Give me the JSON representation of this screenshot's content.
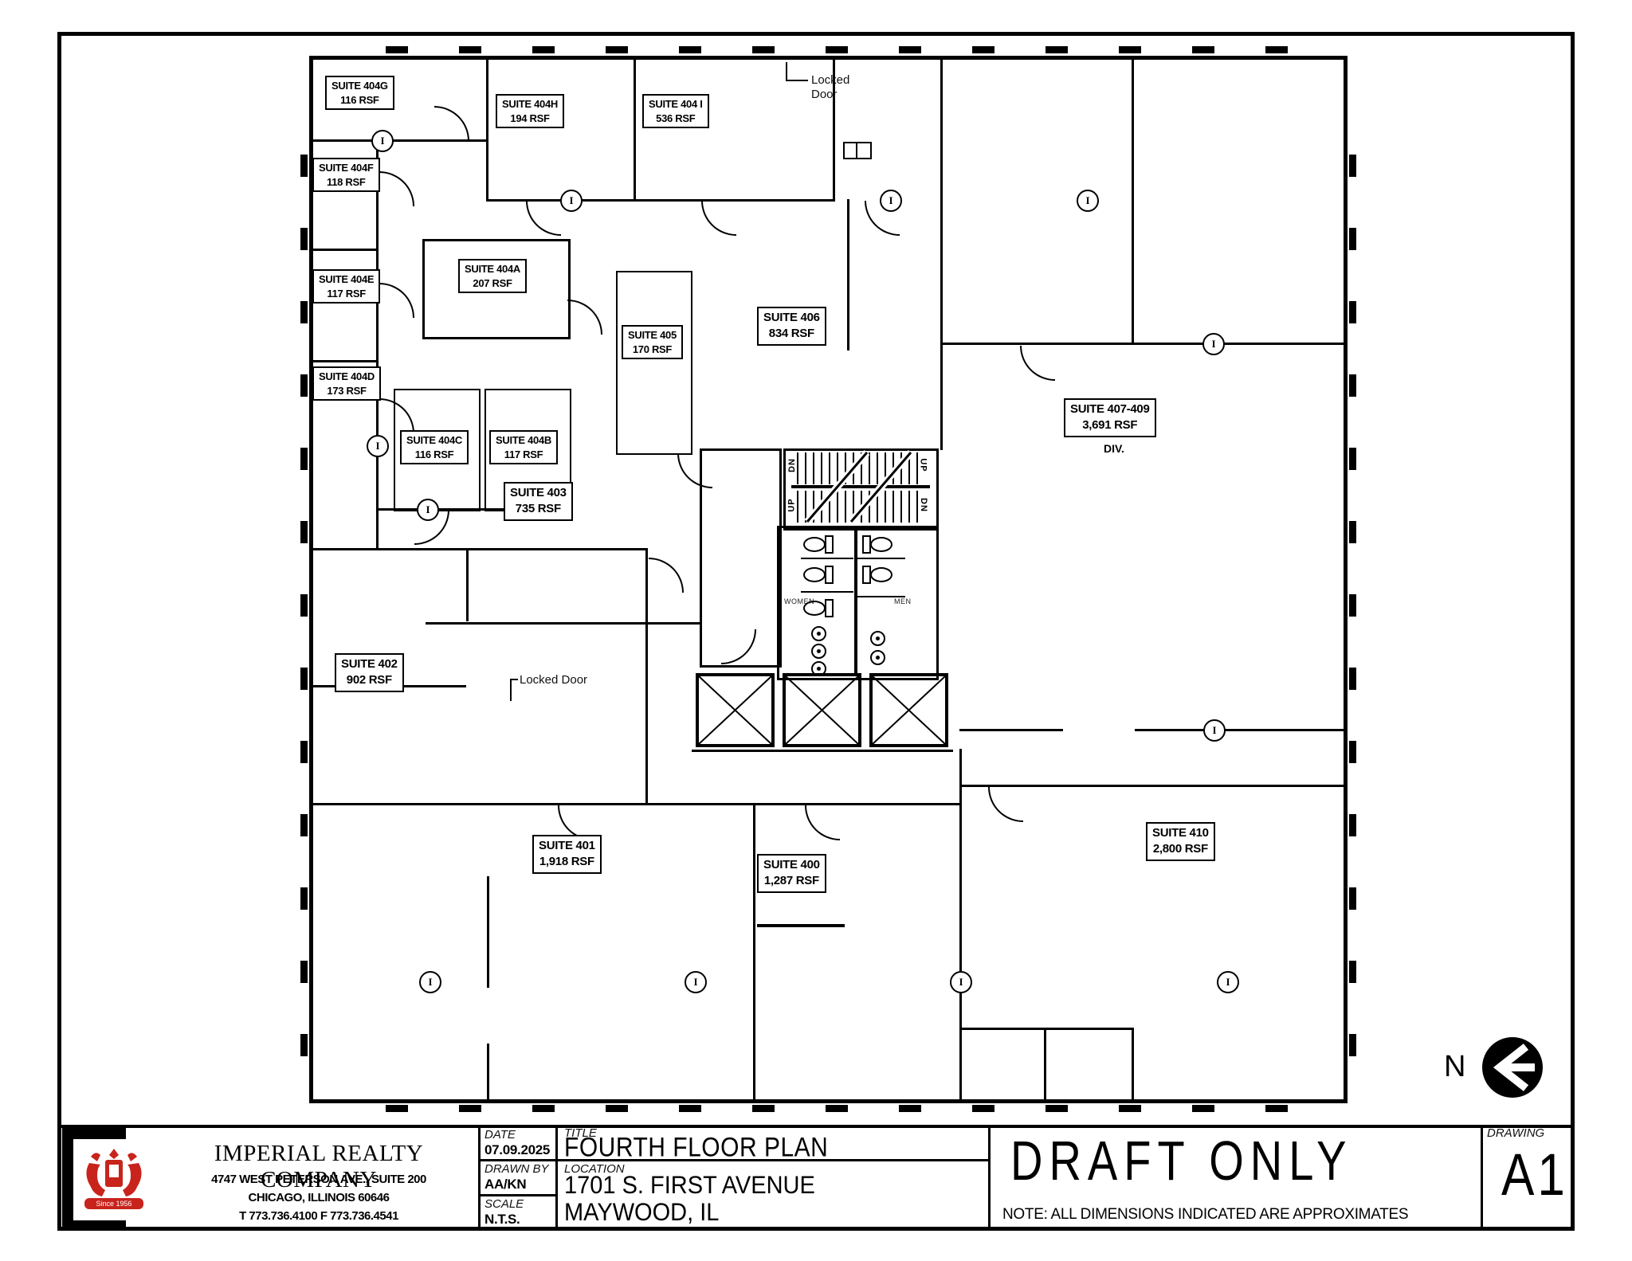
{
  "plan": {
    "suites": {
      "s404g": {
        "name": "SUITE 404G",
        "area": "116 RSF"
      },
      "s404h": {
        "name": "SUITE 404H",
        "area": "194 RSF"
      },
      "s404i": {
        "name": "SUITE 404 I",
        "area": "536 RSF"
      },
      "s404f": {
        "name": "SUITE 404F",
        "area": "118 RSF"
      },
      "s404e": {
        "name": "SUITE 404E",
        "area": "117 RSF"
      },
      "s404a": {
        "name": "SUITE 404A",
        "area": "207 RSF"
      },
      "s405": {
        "name": "SUITE 405",
        "area": "170 RSF"
      },
      "s406": {
        "name": "SUITE 406",
        "area": "834 RSF"
      },
      "s404d": {
        "name": "SUITE 404D",
        "area": "173 RSF"
      },
      "s404c": {
        "name": "SUITE 404C",
        "area": "116 RSF"
      },
      "s404b": {
        "name": "SUITE 404B",
        "area": "117 RSF"
      },
      "s407_409": {
        "name": "SUITE 407-409",
        "area": "3,691 RSF",
        "note": "DIV."
      },
      "s403": {
        "name": "SUITE 403",
        "area": "735 RSF"
      },
      "s402": {
        "name": "SUITE 402",
        "area": "902 RSF"
      },
      "s401": {
        "name": "SUITE 401",
        "area": "1,918 RSF"
      },
      "s400": {
        "name": "SUITE 400",
        "area": "1,287 RSF"
      },
      "s410": {
        "name": "SUITE 410",
        "area": "2,800 RSF"
      }
    },
    "annotations": {
      "locked_door_line1": "Locked",
      "locked_door_line2": "Door",
      "locked_door_mid": "Locked Door"
    },
    "stairs": {
      "up": "UP",
      "dn": "DN"
    },
    "restrooms": {
      "women": "WOMEN",
      "men": "MEN"
    },
    "north_label": "N",
    "column_marker": "I"
  },
  "title_block": {
    "company": {
      "name": "IMPERIAL REALTY COMPANY",
      "address1": "4747  WEST  PETERSON  AVE.,  SUITE  200",
      "address2": "CHICAGO,  ILLINOIS  60646",
      "phones": "T  773.736.4100      F  773.736.4541",
      "since": "Since 1956"
    },
    "date_label": "DATE",
    "date": "07.09.2025",
    "drawn_by_label": "DRAWN BY",
    "drawn_by": "AA/KN",
    "scale_label": "SCALE",
    "scale": "N.T.S.",
    "title_label": "TITLE",
    "title": "FOURTH  FLOOR  PLAN",
    "location_label": "LOCATION",
    "location1": "1701  S.  FIRST  AVENUE",
    "location2": "MAYWOOD,  IL",
    "draft": "DRAFT  ONLY",
    "note": "NOTE:  ALL  DIMENSIONS  INDICATED  ARE  APPROXIMATES",
    "drawing_label": "DRAWING",
    "drawing_no": "A1"
  }
}
